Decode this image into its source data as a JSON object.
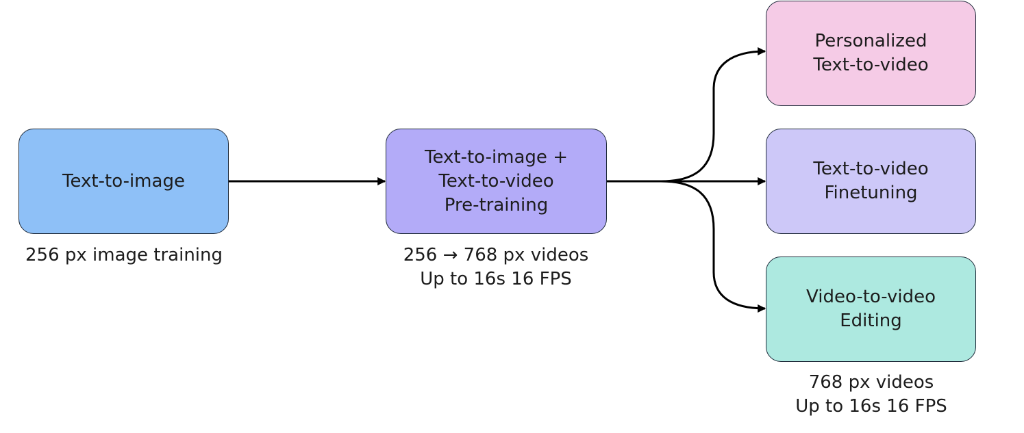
{
  "nodes": {
    "text_to_image": {
      "lines": [
        "Text-to-image"
      ],
      "color": "#8ec0f7"
    },
    "pretraining": {
      "lines": [
        "Text-to-image +",
        "Text-to-video",
        "Pre-training"
      ],
      "color": "#b3abf8"
    },
    "personalized": {
      "lines": [
        "Personalized",
        "Text-to-video"
      ],
      "color": "#f5cbe6"
    },
    "finetuning": {
      "lines": [
        "Text-to-video",
        "Finetuning"
      ],
      "color": "#cdc8f8"
    },
    "editing": {
      "lines": [
        "Video-to-video",
        "Editing"
      ],
      "color": "#ade9e0"
    }
  },
  "captions": {
    "text_to_image": [
      "256 px image training"
    ],
    "pretraining": [
      "256 → 768 px videos",
      "Up to 16s 16 FPS"
    ],
    "editing": [
      "768 px videos",
      "Up to 16s 16 FPS"
    ]
  },
  "edges": [
    {
      "from": "text_to_image",
      "to": "pretraining"
    },
    {
      "from": "pretraining",
      "to": "personalized"
    },
    {
      "from": "pretraining",
      "to": "finetuning"
    },
    {
      "from": "pretraining",
      "to": "editing"
    }
  ]
}
